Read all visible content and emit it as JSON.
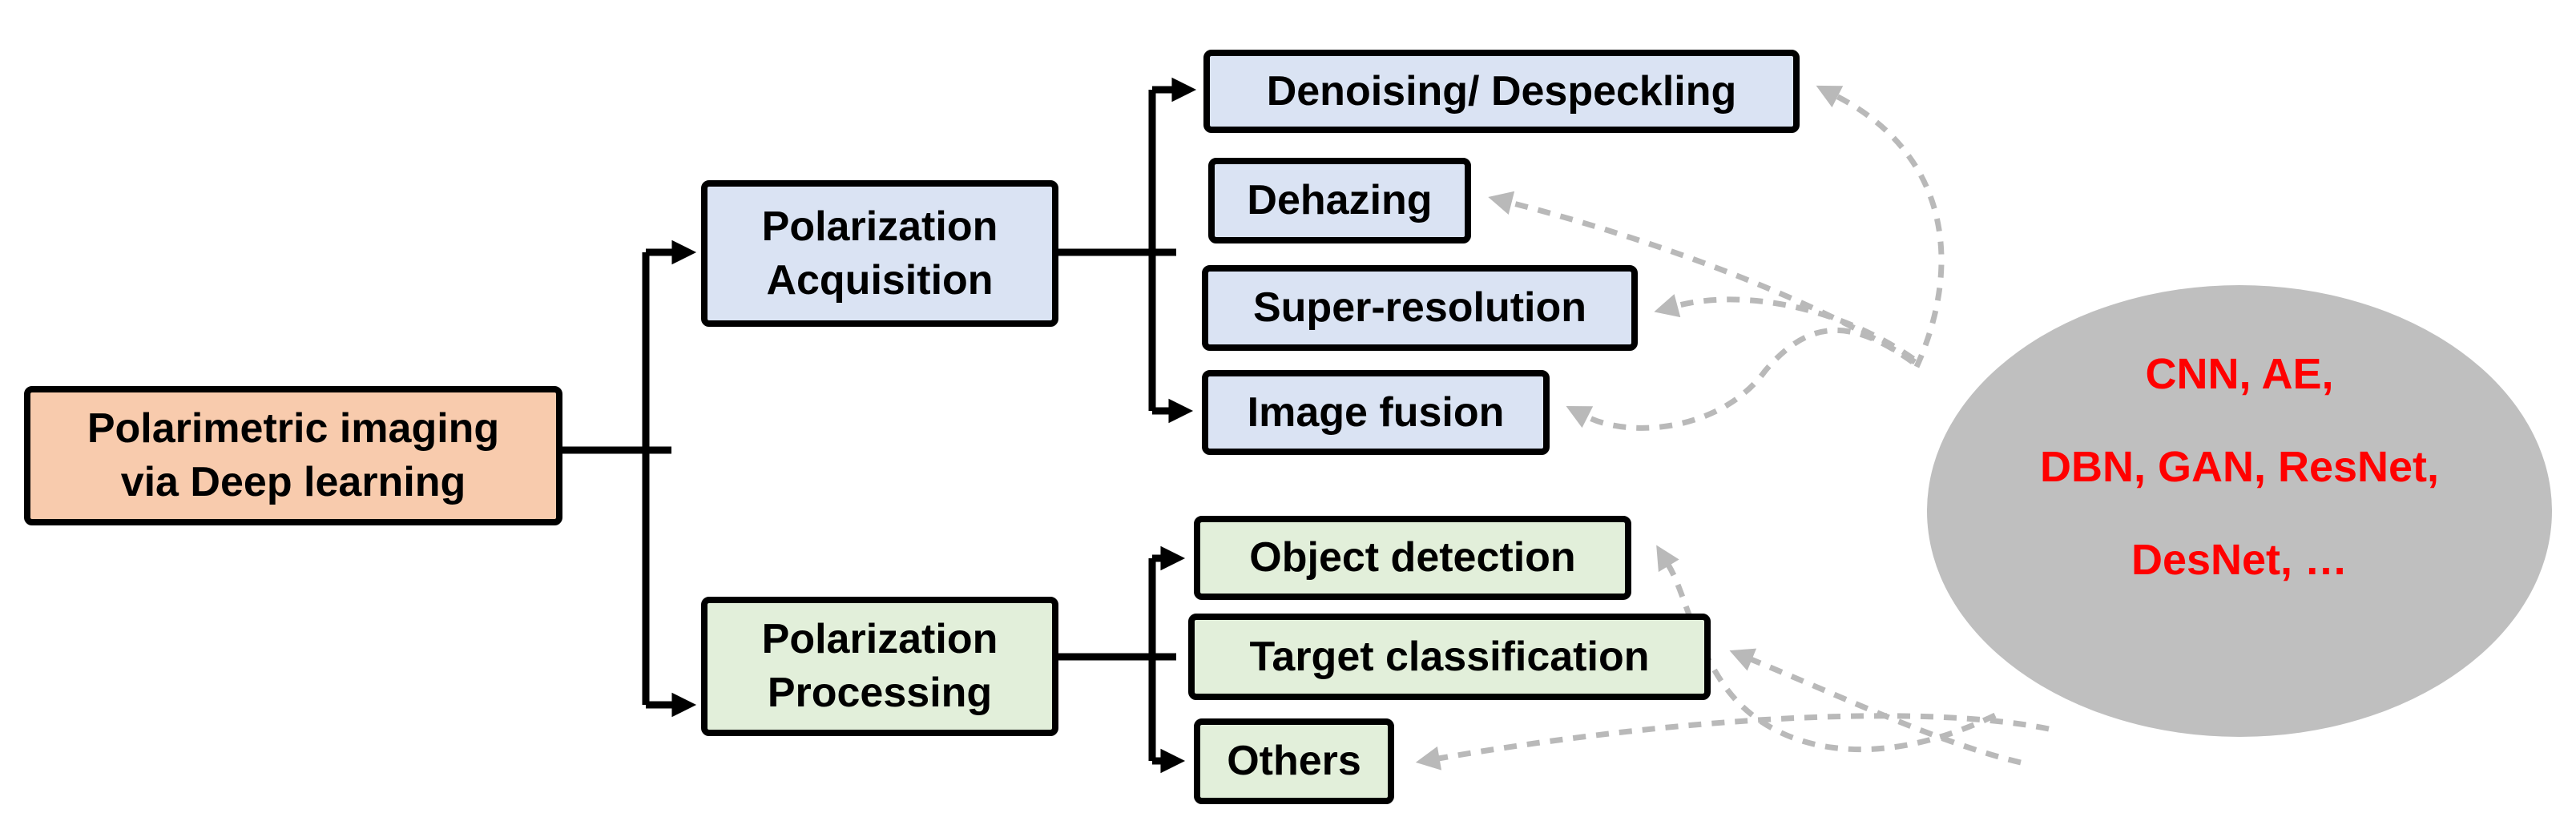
{
  "figure": {
    "root": {
      "lines": [
        "Polarimetric imaging",
        "via Deep learning"
      ]
    },
    "acquisition": {
      "lines": [
        "Polarization",
        "Acquisition"
      ]
    },
    "processing": {
      "lines": [
        "Polarization",
        "Processing"
      ]
    },
    "acquisition_tasks": [
      "Denoising/ Despeckling",
      "Dehazing",
      "Super-resolution",
      "Image fusion"
    ],
    "processing_tasks": [
      "Object detection",
      "Target classification",
      "Others"
    ],
    "methods": {
      "lines": [
        "CNN, AE,",
        "DBN, GAN, ResNet,",
        "DesNet, …"
      ]
    }
  },
  "colors": {
    "box_orange": "#f8cbad",
    "box_blue": "#dae3f3",
    "box_green": "#e2efda",
    "ellipse_gray": "#bfbfbf",
    "arrow_gray": "#b9b9b9",
    "line_black": "#000000",
    "method_red": "#ff0000",
    "text_black": "#000000",
    "bg": "#ffffff"
  }
}
